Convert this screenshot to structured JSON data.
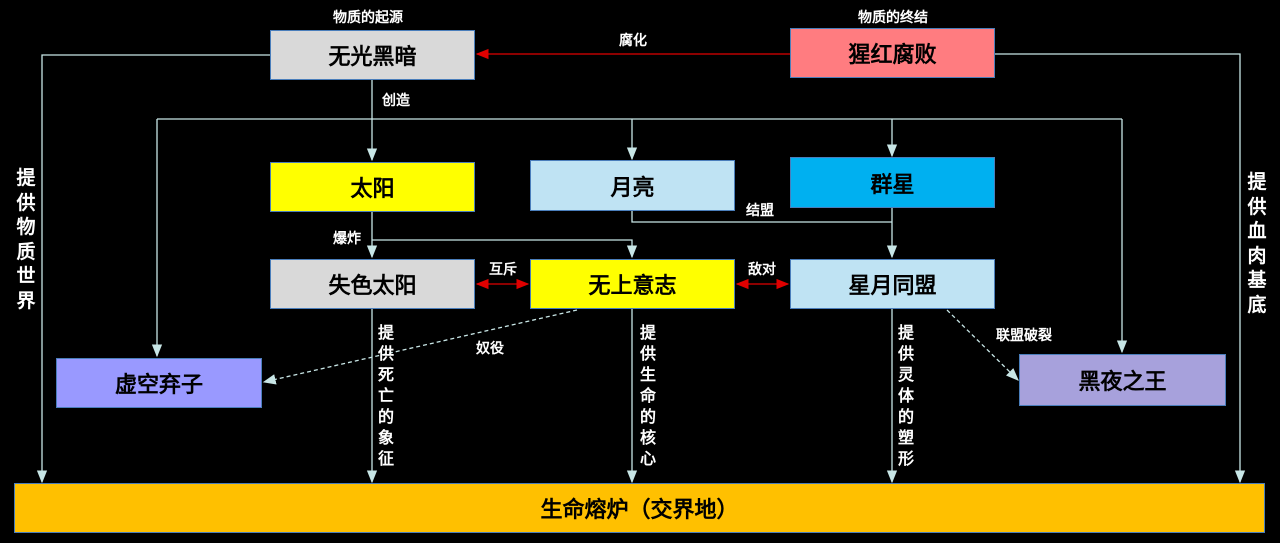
{
  "nodes": {
    "darkness": {
      "label": "无光黑暗",
      "caption": "物质的起源",
      "color": "#d9d9d9"
    },
    "scarlet_rot": {
      "label": "猩红腐败",
      "caption": "物质的终结",
      "color": "#ff7c80"
    },
    "sun": {
      "label": "太阳",
      "color": "#ffff00"
    },
    "moon": {
      "label": "月亮",
      "color": "#bfe3f3"
    },
    "stars": {
      "label": "群星",
      "color": "#00b0f0"
    },
    "faded_sun": {
      "label": "失色太阳",
      "color": "#d9d9d9"
    },
    "supreme_will": {
      "label": "无上意志",
      "color": "#ffff00"
    },
    "star_moon_alliance": {
      "label": "星月同盟",
      "color": "#bfe3f3"
    },
    "void_outcasts": {
      "label": "虚空弃子",
      "color": "#9999ff"
    },
    "night_king": {
      "label": "黑夜之王",
      "color": "#a7a1dc"
    },
    "life_furnace": {
      "label": "生命熔炉（交界地）",
      "color": "#ffc000"
    }
  },
  "edges": {
    "corrupt": "腐化",
    "create": "创造",
    "ally": "结盟",
    "explode": "爆炸",
    "exclusive": "互斥",
    "hostile": "敌对",
    "enslave": "奴役",
    "alliance_broken": "联盟破裂",
    "provide_death": "提供死亡的象征",
    "provide_life": "提供生命的核心",
    "provide_spirit": "提供灵体的塑形",
    "provide_matter": "提供物质世界",
    "provide_flesh": "提供血肉基底"
  },
  "colors": {
    "line": "#c8e6e6",
    "red_arrow": "#e00000"
  }
}
